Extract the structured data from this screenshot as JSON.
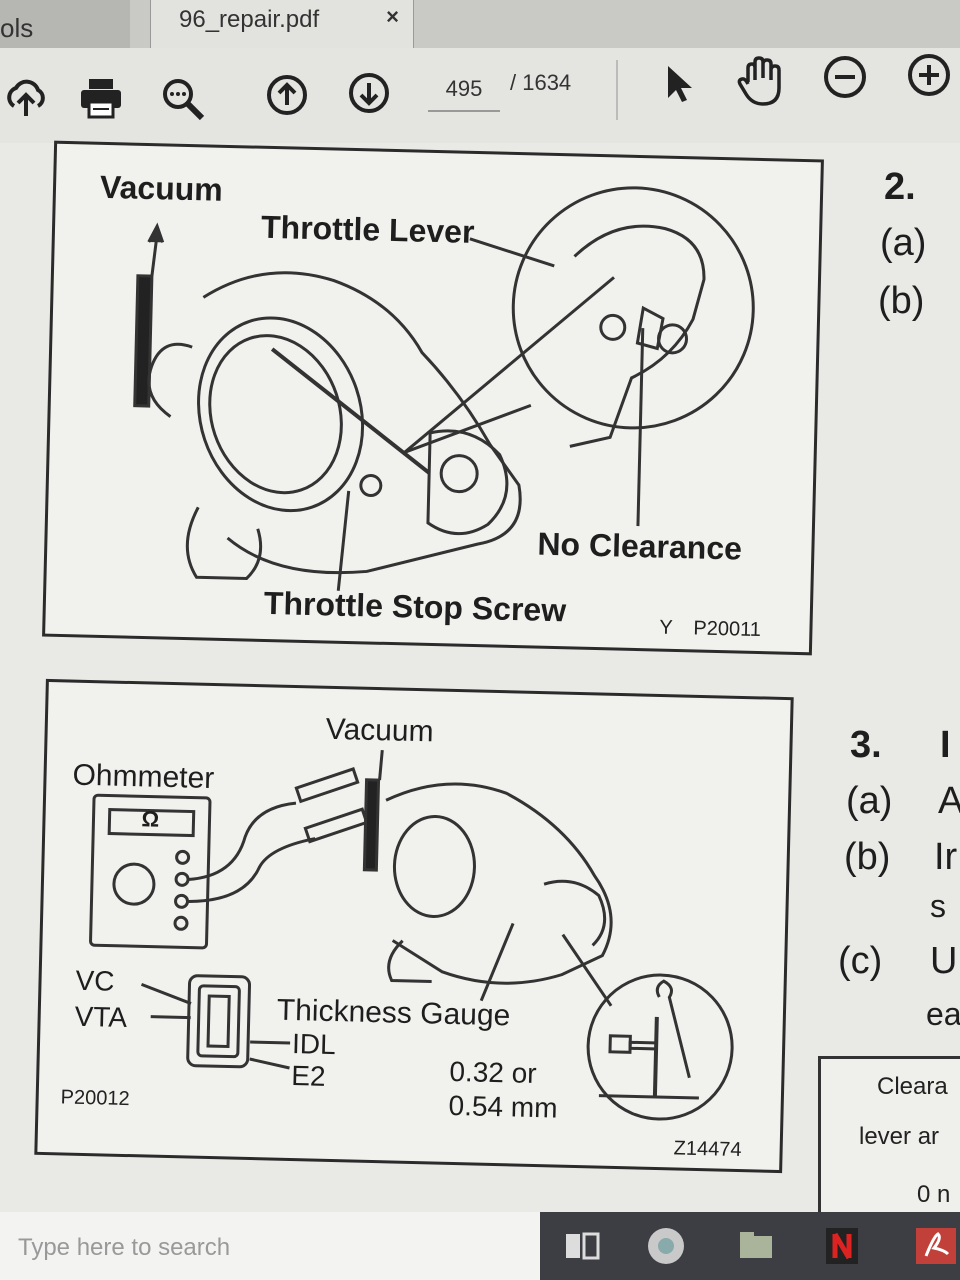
{
  "tabs": {
    "tools_label": "ols",
    "doc_title": "96_repair.pdf",
    "close_symbol": "×"
  },
  "toolbar": {
    "page_current": "495",
    "page_total": "/ 1634",
    "icons": [
      "upload-icon",
      "print-icon",
      "zoom-search-icon",
      "page-up-icon",
      "page-down-icon",
      "select-arrow-icon",
      "hand-icon",
      "zoom-out-icon",
      "zoom-in-icon"
    ]
  },
  "figure1": {
    "vacuum": "Vacuum",
    "throttle_lever": "Throttle Lever",
    "no_clearance": "No Clearance",
    "throttle_stop_screw": "Throttle Stop Screw",
    "code_y": "Y",
    "code": "P20011"
  },
  "figure2": {
    "vacuum": "Vacuum",
    "ohmmeter": "Ohmmeter",
    "ohm_symbol": "Ω",
    "vc": "VC",
    "vta": "VTA",
    "idl": "IDL",
    "e2": "E2",
    "thickness_gauge": "Thickness Gauge",
    "gap1": "0.32 or",
    "gap2": "0.54 mm",
    "code_left": "P20012",
    "code_right": "Z14474"
  },
  "side_text": {
    "step2": "2.",
    "step2a": "(a)",
    "step2b": "(b)",
    "step3": "3.",
    "step3_word": "I",
    "step3a": "(a)",
    "step3a_word": "A",
    "step3b": "(b)",
    "step3b_word": "Ir",
    "step3b_cont": "s",
    "step3c": "(c)",
    "step3c_word": "U",
    "step3c_cont": "ea"
  },
  "table": {
    "row1": "Cleara",
    "row2": "lever ar",
    "row3": "0 n"
  },
  "taskbar": {
    "search_placeholder": "Type here to search"
  }
}
